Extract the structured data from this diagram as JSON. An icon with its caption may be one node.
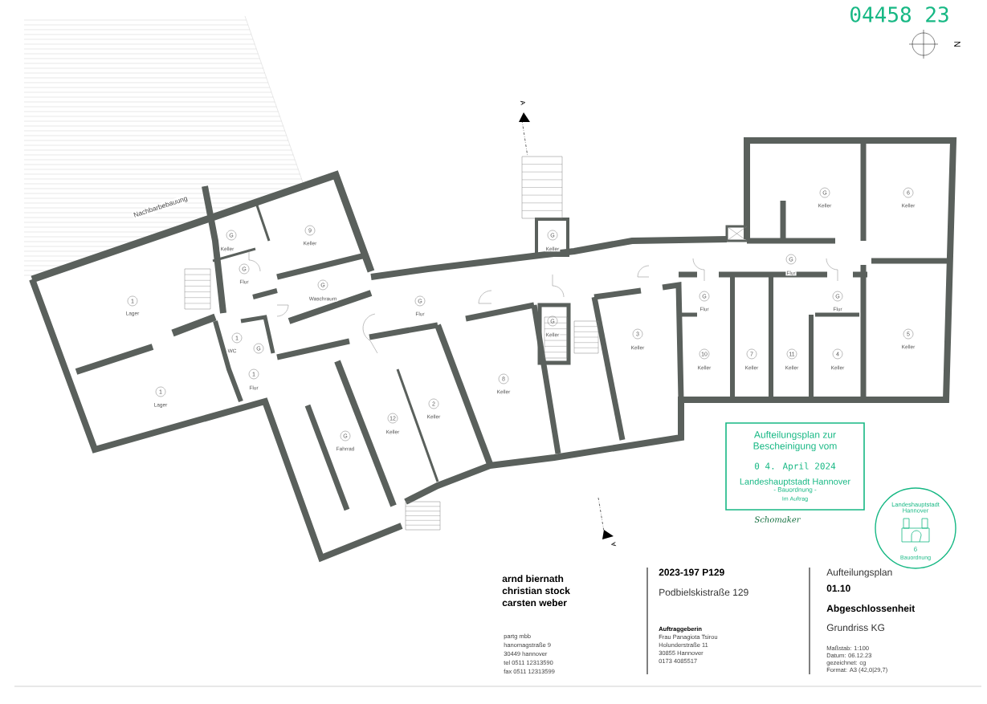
{
  "diagram": {
    "nodes": [
      {
        "text": [
          "Aufteilungsplan zur Bescheinigung vom",
          "0 4. April 2024",
          "Landeshauptstadt Hannover",
          "- Bauordnung -",
          "Im Auftrag"
        ],
        "beside": [
          "Schomaker"
        ]
      },
      {
        "text": [
          "Landeshauptstadt Hannover",
          "6",
          "Bauordnung"
        ]
      }
    ],
    "labels": [
      "04458 23",
      "N",
      "Nachbarbebauung",
      "A",
      "G",
      "Keller",
      "9",
      "Keller",
      "G",
      "Flur",
      "G",
      "Waschraum",
      "1",
      "Lager",
      "1",
      "WC",
      "G",
      "G",
      "Flur",
      "G",
      "Keller",
      "G",
      "Keller",
      "3",
      "Keller",
      "1",
      "Flur",
      "1",
      "Lager",
      "8",
      "Keller",
      "2",
      "Keller",
      "12",
      "Keller",
      "G",
      "Fahrrad",
      "G",
      "Keller",
      "6",
      "Keller",
      "G",
      "Flur",
      "G",
      "Flur",
      "G",
      "Flur",
      "5",
      "Keller",
      "10",
      "Keller",
      "7",
      "Keller",
      "11",
      "Keller",
      "4",
      "Keller",
      "A",
      "arnd biernath",
      "christian stock",
      "carsten weber",
      "partg mbb",
      "hanomagstraße 9",
      "30449 hannover",
      "tel 0511 12313590",
      "fax 0511 12313599",
      "2023-197 P129",
      "Podbielskistraße 129",
      "Auftraggeberin",
      "Frau Panagiota Tsirou",
      "Holunderstraße 11",
      "30855 Hannover",
      "0173 4085517",
      "Aufteilungsplan",
      "01.10",
      "Abgeschlossenheit",
      "Grundriss KG",
      "Maßstab: 1:100",
      "Datum: 06.12.23",
      "gezeichnet: cg",
      "Format: A3 (42,0|29,7)"
    ]
  }
}
